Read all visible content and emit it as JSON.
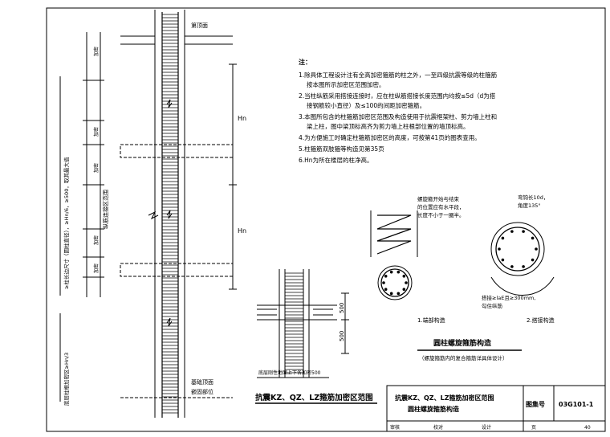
{
  "notes": {
    "heading": "注：",
    "items": [
      "1.除具体工程设计注有全高加密箍筋的柱之外，一至四级抗震等级的柱箍筋",
      "按本图所示加密区范围加密。",
      "2.当柱纵筋采用搭接连接时，应在柱纵筋搭接长度范围内均按≤5d（d为搭",
      "接钢筋较小直径）及≤100的间距加密箍筋。",
      "3.本图所包含的柱箍筋加密区范围及构造使用于抗震框架柱、剪力墙上柱和",
      "梁上柱，图中梁顶标高齐为剪力墙上柱根部位置的墙顶标高。",
      "4.为方便施工时确定柱箍筋加密区的高度，可按第41页的图表查用。",
      "5.柱箍筋双肢箍等构造见第35页",
      "6.Hn为所在楼层的柱净高。"
    ]
  },
  "column": {
    "floor_top_label": "第顶面",
    "rebar_label": "纵筋连接区范围",
    "base_label": "基础顶面",
    "base_label2": "嵌固部位",
    "left_dim_label": "≥柱长边尺寸（圆柱直径），≥Hn/6，≥500，取其最大值",
    "left_dim_label2": "底层柱根加密区≥Hn/3",
    "zone_label": "加密",
    "hn_label": "Hn"
  },
  "detail": {
    "dim_top": "500",
    "dim_bottom": "500",
    "caption": "底层刚性地面上下各加密500",
    "title": "抗震KZ、QZ、LZ箍筋加密区范围"
  },
  "spiral": {
    "note_left_1": "螺旋箍开始与结束",
    "note_left_2": "的位置应有水平段，",
    "note_left_3": "长度不小于一圈半。",
    "note_right_1": "弯钩长10d，",
    "note_right_2": "角度135°",
    "lap_note_1": "搭接≥laE且≥300mm,",
    "lap_note_2": "勾住纵筋",
    "label_end": "1.端部构造",
    "label_lap": "2.搭接构造",
    "title": "圆柱螺旋箍筋构造",
    "subtitle": "（螺旋箍筋内的复合箍筋详具体设计）"
  },
  "title_block": {
    "drawing_title_1": "抗震KZ、QZ、LZ箍筋加密区范围",
    "drawing_title_2": "圆柱螺旋箍筋构造",
    "atlas_label": "图集号",
    "atlas_no": "03G101-1",
    "review": "审核",
    "check": "校对",
    "design": "设计",
    "page_label": "页",
    "page_no": "40"
  }
}
